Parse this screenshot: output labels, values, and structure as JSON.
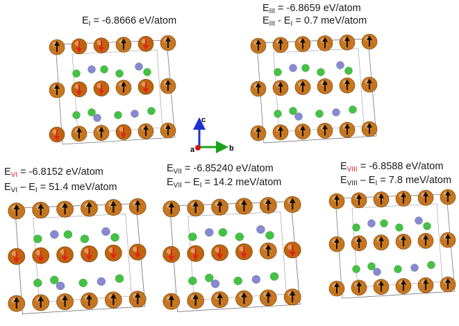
{
  "colors": {
    "fe_up": "#c8761e",
    "fe_down": "#c0640e",
    "li": "#44c244",
    "n": "#8a87d6",
    "arrow_up": "#111111",
    "arrow_down": "#e52020",
    "axis_c": "#1f2fd0",
    "axis_b": "#1aa21a",
    "axis_a": "#d01515"
  },
  "axes": {
    "c": "c",
    "a": "a",
    "b": "b"
  },
  "panels": [
    {
      "id": "I",
      "energy": {
        "pre": "E",
        "sub": "I",
        "sub_red": false,
        "text": " = -6.8666 eV/atom"
      },
      "diff": null,
      "spins": {
        "row1": "uddudu",
        "row2": "uddudu",
        "row3": "duuduu"
      }
    },
    {
      "id": "III",
      "energy": {
        "pre": "E",
        "sub": "III",
        "sub_red": false,
        "text": " = -6.8659 eV/atom"
      },
      "diff": {
        "pre": "E",
        "sub": "III",
        "sub_red": false,
        "mid": " - E",
        "sub2": "I",
        "text": " = 0.7 meV/atom"
      },
      "spins": {
        "row1": "uuuuuu",
        "row2": "uuuuuu",
        "row3": "uuuuuu"
      }
    },
    {
      "id": "VI",
      "energy": {
        "pre": "E",
        "sub": "VI",
        "sub_red": true,
        "text": " = -6.8152 eV/atom"
      },
      "diff": {
        "pre": "E",
        "sub": "VI",
        "sub_red": false,
        "mid": " – E",
        "sub2": "I",
        "text": " = 51.4 meV/atom"
      },
      "spins": {
        "row1": "uuuuuu",
        "row2": "dddddd",
        "row3": "uuuuuu"
      }
    },
    {
      "id": "VII",
      "energy": {
        "pre": "E",
        "sub": "VII",
        "sub_red": false,
        "text": " = -6.85240 eV/atom"
      },
      "diff": {
        "pre": "E",
        "sub": "VII",
        "sub_red": false,
        "mid": " – E",
        "sub2": "I",
        "text": " = 14.2 meV/atom"
      },
      "spins": {
        "row1": "uuuuuu",
        "row2": "ddddud",
        "row3": "uuuuuu"
      }
    },
    {
      "id": "VIII",
      "energy": {
        "pre": "E",
        "sub": "VIII",
        "sub_red": true,
        "text": " = -6.8588 eV/atom"
      },
      "diff": {
        "pre": "E",
        "sub": "VIII",
        "sub_red": false,
        "mid": " – E",
        "sub2": "I",
        "text": " = 7.8 meV/atom"
      },
      "spins": {
        "row1": "uuuuuu",
        "row2": "uuuuuu",
        "row3": "uuuuuu"
      }
    }
  ]
}
